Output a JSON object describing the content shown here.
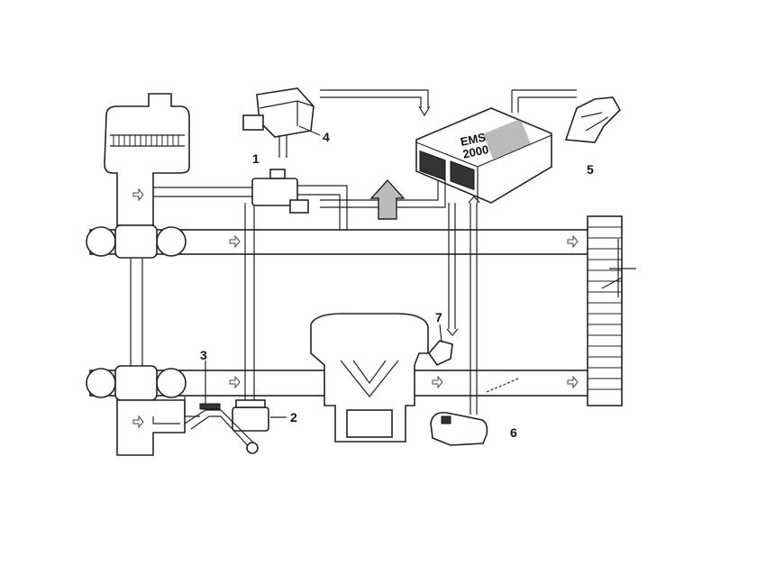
{
  "diagram": {
    "ecu_label_line1": "EMS",
    "ecu_label_line2": "2000",
    "callouts": [
      "1",
      "2",
      "3",
      "4",
      "5",
      "6",
      "7"
    ]
  }
}
